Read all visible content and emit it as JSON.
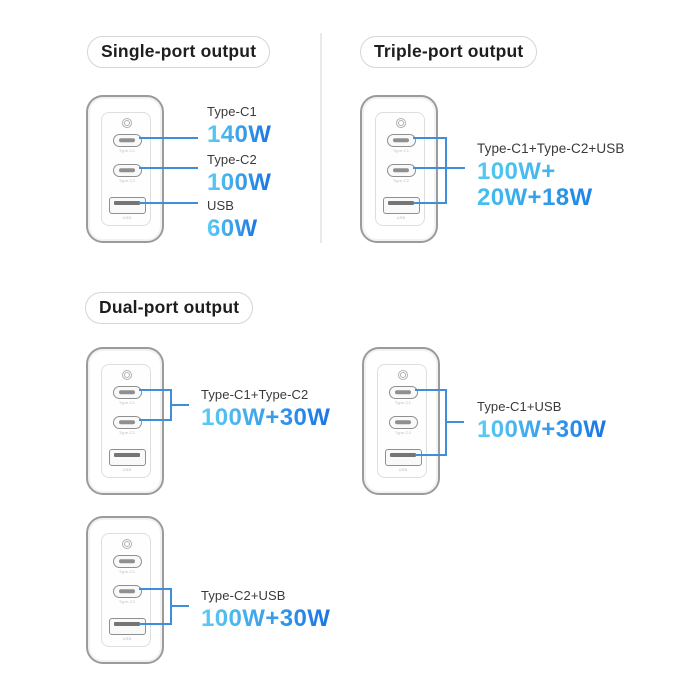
{
  "sections": {
    "single": {
      "title": "Single-port output",
      "rows": [
        {
          "label": "Type-C1",
          "value": "140W"
        },
        {
          "label": "Type-C2",
          "value": "100W"
        },
        {
          "label": "USB",
          "value": "60W"
        }
      ]
    },
    "triple": {
      "title": "Triple-port output",
      "combo_label": "Type-C1+Type-C2+USB",
      "value_line1": "100W+",
      "value_line2": "20W+18W"
    },
    "dual": {
      "title": "Dual-port output",
      "combos": [
        {
          "label": "Type-C1+Type-C2",
          "value": "100W+30W"
        },
        {
          "label": "Type-C1+USB",
          "value": "100W+30W"
        },
        {
          "label": "Type-C2+USB",
          "value": "100W+30W"
        }
      ]
    }
  },
  "charger": {
    "port_labels": [
      "Type-C1",
      "Type-C2",
      "USB"
    ],
    "logo_icon": "brand-badge-icon"
  },
  "colors": {
    "connector_blue": "#3f8edb",
    "value_gradient_start": "#5ccdf3",
    "value_gradient_end": "#1a75e4",
    "label_text": "#3a3a3d",
    "title_text": "#1e1e1e",
    "pill_border": "#d5d5d5",
    "charger_border": "#9b9b9b",
    "divider": "#e9e9e9",
    "background": "#ffffff"
  }
}
